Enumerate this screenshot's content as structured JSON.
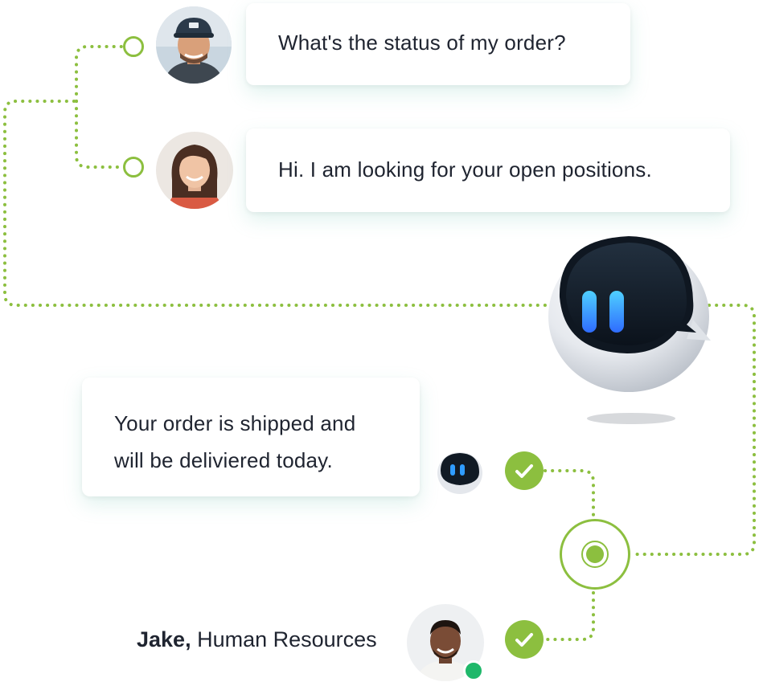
{
  "messages": {
    "customer_1": "What's the status of my order?",
    "customer_2": "Hi. I am looking for your open positions.",
    "bot_reply_line_1": "Your order is shipped and",
    "bot_reply_line_2": "will be deliviered today."
  },
  "agent": {
    "name": "Jake,",
    "role": " Human Resources",
    "status": "online"
  },
  "icons": {
    "bot": "chatbot-icon",
    "check": "check-icon",
    "node": "route-node-icon",
    "hub": "routing-hub-icon"
  },
  "colors": {
    "accent_green": "#8cbf3f",
    "online_green": "#1fb86a",
    "bot_eye_blue": "#2f8cff",
    "text": "#1f2430"
  }
}
